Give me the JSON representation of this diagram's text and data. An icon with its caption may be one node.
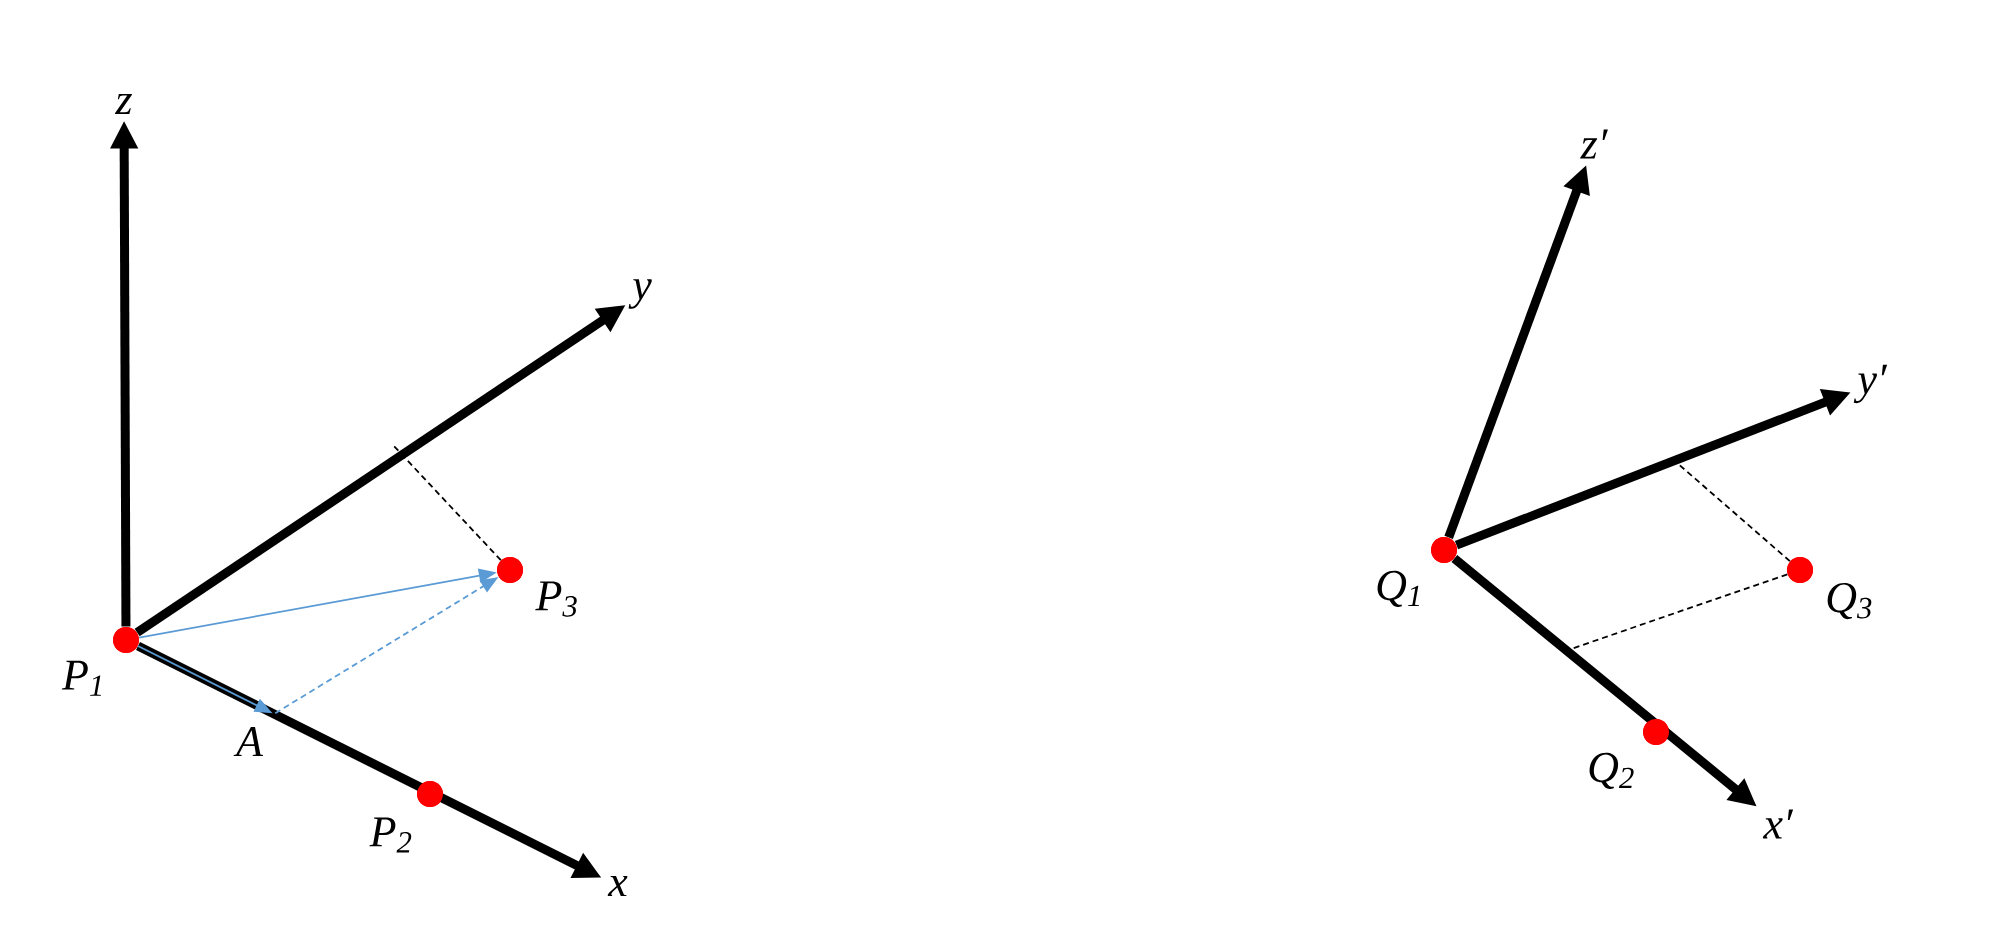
{
  "diagram": {
    "nodes": [
      {
        "text": [
          "P$_{1}$"
        ]
      },
      {
        "text": [
          "A"
        ]
      },
      {
        "text": [
          "P$_{2}$"
        ]
      },
      {
        "text": [
          "P$_{3}$"
        ]
      },
      {
        "text": [
          "z"
        ]
      },
      {
        "text": [
          "y"
        ]
      },
      {
        "text": [
          "x"
        ]
      },
      {
        "text": [
          "Q$_{1}$"
        ]
      },
      {
        "text": [
          "Q$_{2}$"
        ]
      },
      {
        "text": [
          "Q$_{3}$"
        ]
      },
      {
        "text": [
          "z′"
        ]
      },
      {
        "text": [
          "y′"
        ]
      },
      {
        "text": [
          "x′"
        ]
      }
    ],
    "edges": [
      {
        "from": 0,
        "to": 4,
        "arrow": "to",
        "style": "thick"
      },
      {
        "from": 0,
        "to": 5,
        "arrow": "to",
        "style": "thick"
      },
      {
        "from": 0,
        "to": 6,
        "arrow": "to",
        "style": "thick"
      },
      {
        "from": 0,
        "to": 3,
        "arrow": "to",
        "color": "#5b9bd5"
      },
      {
        "from": 0,
        "to": 1,
        "arrow": "to",
        "color": "#5b9bd5"
      },
      {
        "from": 1,
        "to": 3,
        "arrow": "to",
        "style": "dashed",
        "color": "#5b9bd5"
      },
      {
        "from": 3,
        "to": null,
        "arrow": "none",
        "style": "dashed"
      },
      {
        "from": 7,
        "to": 10,
        "arrow": "to",
        "style": "thick"
      },
      {
        "from": 7,
        "to": 11,
        "arrow": "to",
        "style": "thick"
      },
      {
        "from": 7,
        "to": 12,
        "arrow": "to",
        "style": "thick"
      },
      {
        "from": 9,
        "to": null,
        "arrow": "none",
        "style": "dashed"
      },
      {
        "from": 9,
        "to": null,
        "arrow": "none",
        "style": "dashed"
      }
    ]
  }
}
